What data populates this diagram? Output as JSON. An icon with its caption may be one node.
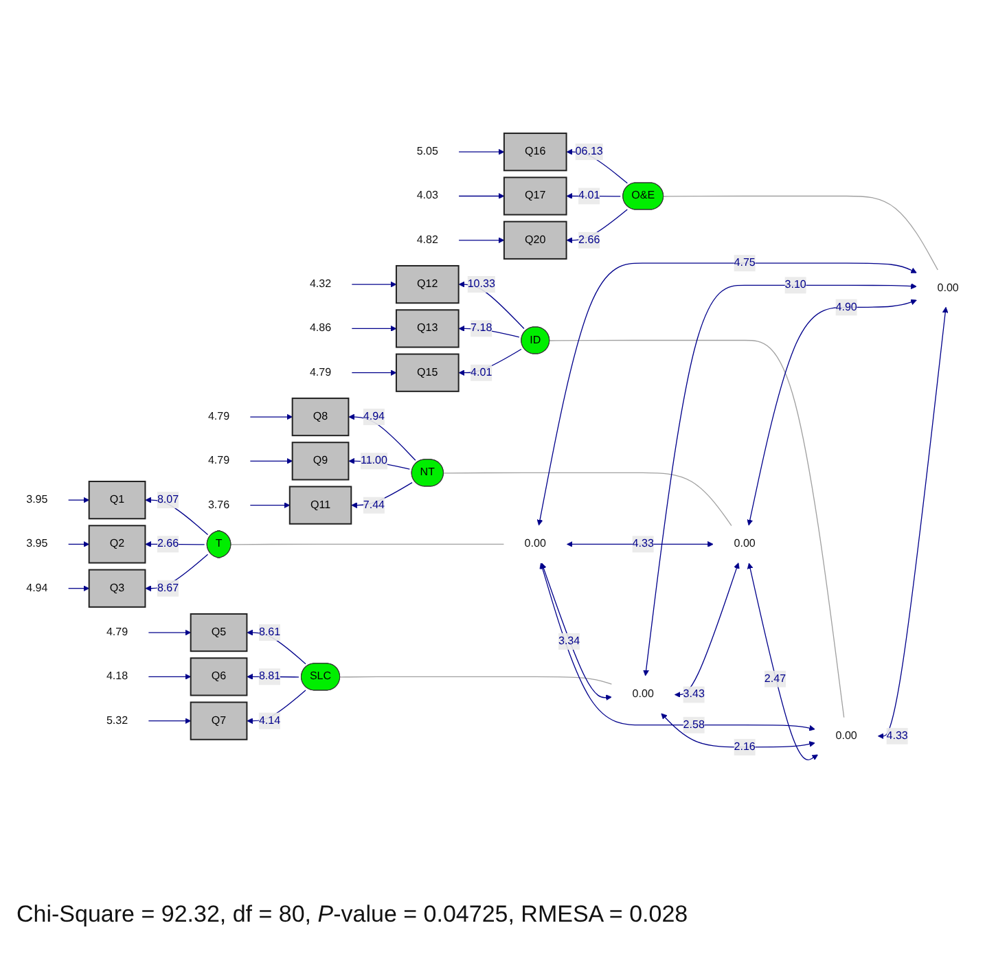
{
  "diagram": {
    "caption": "Chi-Square = 92.32, df = 80, *P*-value = 0.04725, RMESA = 0.028",
    "nodes": [
      {
        "text": [
          "3.95"
        ]
      },
      {
        "text": [
          "Q1"
        ]
      },
      {
        "text": [
          "3.95"
        ]
      },
      {
        "text": [
          "Q2"
        ]
      },
      {
        "text": [
          "4.94"
        ]
      },
      {
        "text": [
          "Q3"
        ]
      },
      {
        "text": [
          "4.79"
        ]
      },
      {
        "text": [
          "Q5"
        ]
      },
      {
        "text": [
          "4.18"
        ]
      },
      {
        "text": [
          "Q6"
        ]
      },
      {
        "text": [
          "5.32"
        ]
      },
      {
        "text": [
          "Q7"
        ]
      },
      {
        "text": [
          "4.79"
        ]
      },
      {
        "text": [
          "Q8"
        ]
      },
      {
        "text": [
          "4.79"
        ]
      },
      {
        "text": [
          "Q9"
        ]
      },
      {
        "text": [
          "3.76"
        ]
      },
      {
        "text": [
          "Q11"
        ]
      },
      {
        "text": [
          "4.32"
        ]
      },
      {
        "text": [
          "Q12"
        ]
      },
      {
        "text": [
          "4.86"
        ]
      },
      {
        "text": [
          "Q13"
        ]
      },
      {
        "text": [
          "4.79"
        ]
      },
      {
        "text": [
          "Q15"
        ]
      },
      {
        "text": [
          "5.05"
        ]
      },
      {
        "text": [
          "Q16"
        ]
      },
      {
        "text": [
          "4.03"
        ]
      },
      {
        "text": [
          "Q17"
        ]
      },
      {
        "text": [
          "4.82"
        ]
      },
      {
        "text": [
          "Q20"
        ]
      },
      {
        "text": [
          "T"
        ]
      },
      {
        "text": [
          "0.00"
        ]
      },
      {
        "text": [
          "SLC"
        ]
      },
      {
        "text": [
          "0.00"
        ]
      },
      {
        "text": [
          "NT"
        ]
      },
      {
        "text": [
          "0.00"
        ]
      },
      {
        "text": [
          "ID"
        ]
      },
      {
        "text": [
          "0.00"
        ]
      },
      {
        "text": [
          "O&E"
        ]
      },
      {
        "text": [
          "0.00"
        ]
      }
    ],
    "edges": [
      {
        "from": 0,
        "to": 1,
        "arrow": "to"
      },
      {
        "from": 2,
        "to": 3,
        "arrow": "to"
      },
      {
        "from": 4,
        "to": 5,
        "arrow": "to"
      },
      {
        "from": 6,
        "to": 7,
        "arrow": "to"
      },
      {
        "from": 8,
        "to": 9,
        "arrow": "to"
      },
      {
        "from": 10,
        "to": 11,
        "arrow": "to"
      },
      {
        "from": 12,
        "to": 13,
        "arrow": "to"
      },
      {
        "from": 14,
        "to": 15,
        "arrow": "to"
      },
      {
        "from": 16,
        "to": 17,
        "arrow": "to"
      },
      {
        "from": 18,
        "to": 19,
        "arrow": "to"
      },
      {
        "from": 20,
        "to": 21,
        "arrow": "to"
      },
      {
        "from": 22,
        "to": 23,
        "arrow": "to"
      },
      {
        "from": 24,
        "to": 25,
        "arrow": "to"
      },
      {
        "from": 26,
        "to": 27,
        "arrow": "to"
      },
      {
        "from": 28,
        "to": 29,
        "arrow": "to"
      },
      {
        "from": 30,
        "to": 1,
        "arrow": "to",
        "label": "8.07"
      },
      {
        "from": 30,
        "to": 3,
        "arrow": "to",
        "label": "2.66"
      },
      {
        "from": 30,
        "to": 5,
        "arrow": "to",
        "label": "8.67"
      },
      {
        "from": 32,
        "to": 7,
        "arrow": "to",
        "label": "8.61"
      },
      {
        "from": 32,
        "to": 9,
        "arrow": "to",
        "label": "8.81"
      },
      {
        "from": 32,
        "to": 11,
        "arrow": "to",
        "label": "4.14"
      },
      {
        "from": 34,
        "to": 13,
        "arrow": "to",
        "label": "4.94"
      },
      {
        "from": 34,
        "to": 15,
        "arrow": "to",
        "label": "11.00"
      },
      {
        "from": 34,
        "to": 17,
        "arrow": "to",
        "label": "7.44"
      },
      {
        "from": 36,
        "to": 19,
        "arrow": "to",
        "label": "10.33"
      },
      {
        "from": 36,
        "to": 21,
        "arrow": "to",
        "label": "7.18"
      },
      {
        "from": 36,
        "to": 23,
        "arrow": "to",
        "label": "4.01"
      },
      {
        "from": 38,
        "to": 25,
        "arrow": "to",
        "label": "06.13"
      },
      {
        "from": 38,
        "to": 27,
        "arrow": "to",
        "label": "4.01"
      },
      {
        "from": 38,
        "to": 29,
        "arrow": "to",
        "label": "2.66"
      },
      {
        "from": 30,
        "to": 31,
        "arrow": "none",
        "color": "#a0a0a0"
      },
      {
        "from": 32,
        "to": 33,
        "arrow": "none",
        "color": "#a0a0a0"
      },
      {
        "from": 34,
        "to": 35,
        "arrow": "none",
        "color": "#a0a0a0"
      },
      {
        "from": 36,
        "to": 37,
        "arrow": "none",
        "color": "#a0a0a0"
      },
      {
        "from": 38,
        "to": 39,
        "arrow": "none",
        "color": "#a0a0a0"
      },
      {
        "from": 31,
        "to": 33,
        "arrow": "both",
        "label": "3.34"
      },
      {
        "from": 31,
        "to": 35,
        "arrow": "both",
        "label": "4.33"
      },
      {
        "from": 33,
        "to": 35,
        "arrow": "both",
        "label": "3.43"
      },
      {
        "from": 31,
        "to": 37,
        "arrow": "both",
        "label": "2.58"
      },
      {
        "from": 33,
        "to": 37,
        "arrow": "both",
        "label": "2.16"
      },
      {
        "from": 31,
        "to": 39,
        "arrow": "both",
        "label": "4.75"
      },
      {
        "from": 35,
        "to": 37,
        "arrow": "both",
        "label": "2.47"
      },
      {
        "from": 33,
        "to": 39,
        "arrow": "both",
        "label": "3.10"
      },
      {
        "from": 35,
        "to": 39,
        "arrow": "both",
        "label": "4.90"
      },
      {
        "from": 37,
        "to": 39,
        "arrow": "both",
        "label": "4.33"
      }
    ]
  }
}
